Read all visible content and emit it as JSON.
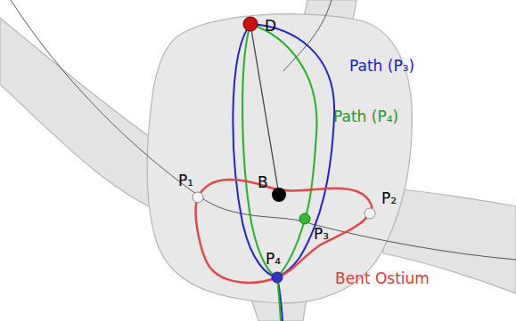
{
  "diagram": {
    "labels": [
      "D",
      "B",
      "P₁",
      "P₂",
      "P₃",
      "P₄",
      "Path (P₃)",
      "Path (P₄)",
      "Bent Ostium"
    ]
  }
}
